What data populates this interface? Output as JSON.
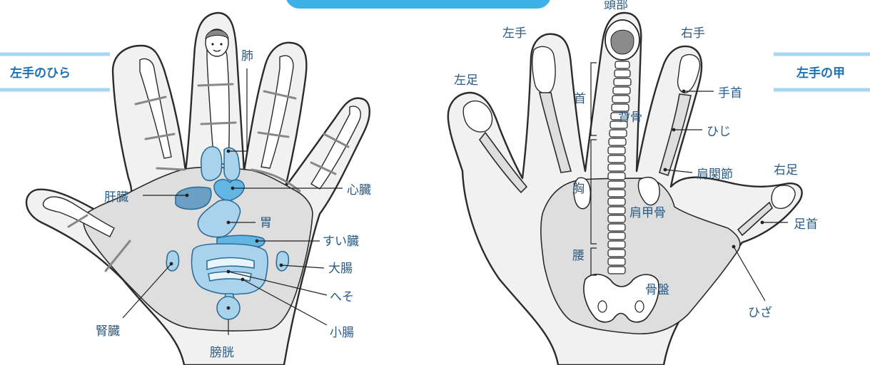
{
  "left_hand": {
    "title": "左手のひら",
    "labels": {
      "lung": "肺",
      "liver": "肝臓",
      "heart": "心臓",
      "stomach": "胃",
      "pancreas": "すい臓",
      "large_intestine": "大腸",
      "navel": "へそ",
      "small_intestine": "小腸",
      "kidney": "腎臓",
      "bladder": "膀胱"
    }
  },
  "right_hand": {
    "title": "左手の甲",
    "labels": {
      "head": "頭部",
      "left_hand": "左手",
      "right_hand": "右手",
      "left_foot": "左足",
      "neck": "首",
      "spine": "背骨",
      "wrist": "手首",
      "elbow": "ひじ",
      "shoulder_joint": "肩関節",
      "right_foot": "右足",
      "chest": "胸",
      "scapula": "肩甲骨",
      "ankle": "足首",
      "waist": "腰",
      "pelvis": "骨盤",
      "knee": "ひざ"
    }
  },
  "colors": {
    "accent": "#3eb0e8",
    "title_text": "#1d6fb4",
    "title_bar": "#a6d6f2",
    "label_text": "#2a5b86",
    "organ_light": "#a9d3ec",
    "organ_mid": "#63b6e4",
    "organ_dark": "#6b9fc4"
  }
}
